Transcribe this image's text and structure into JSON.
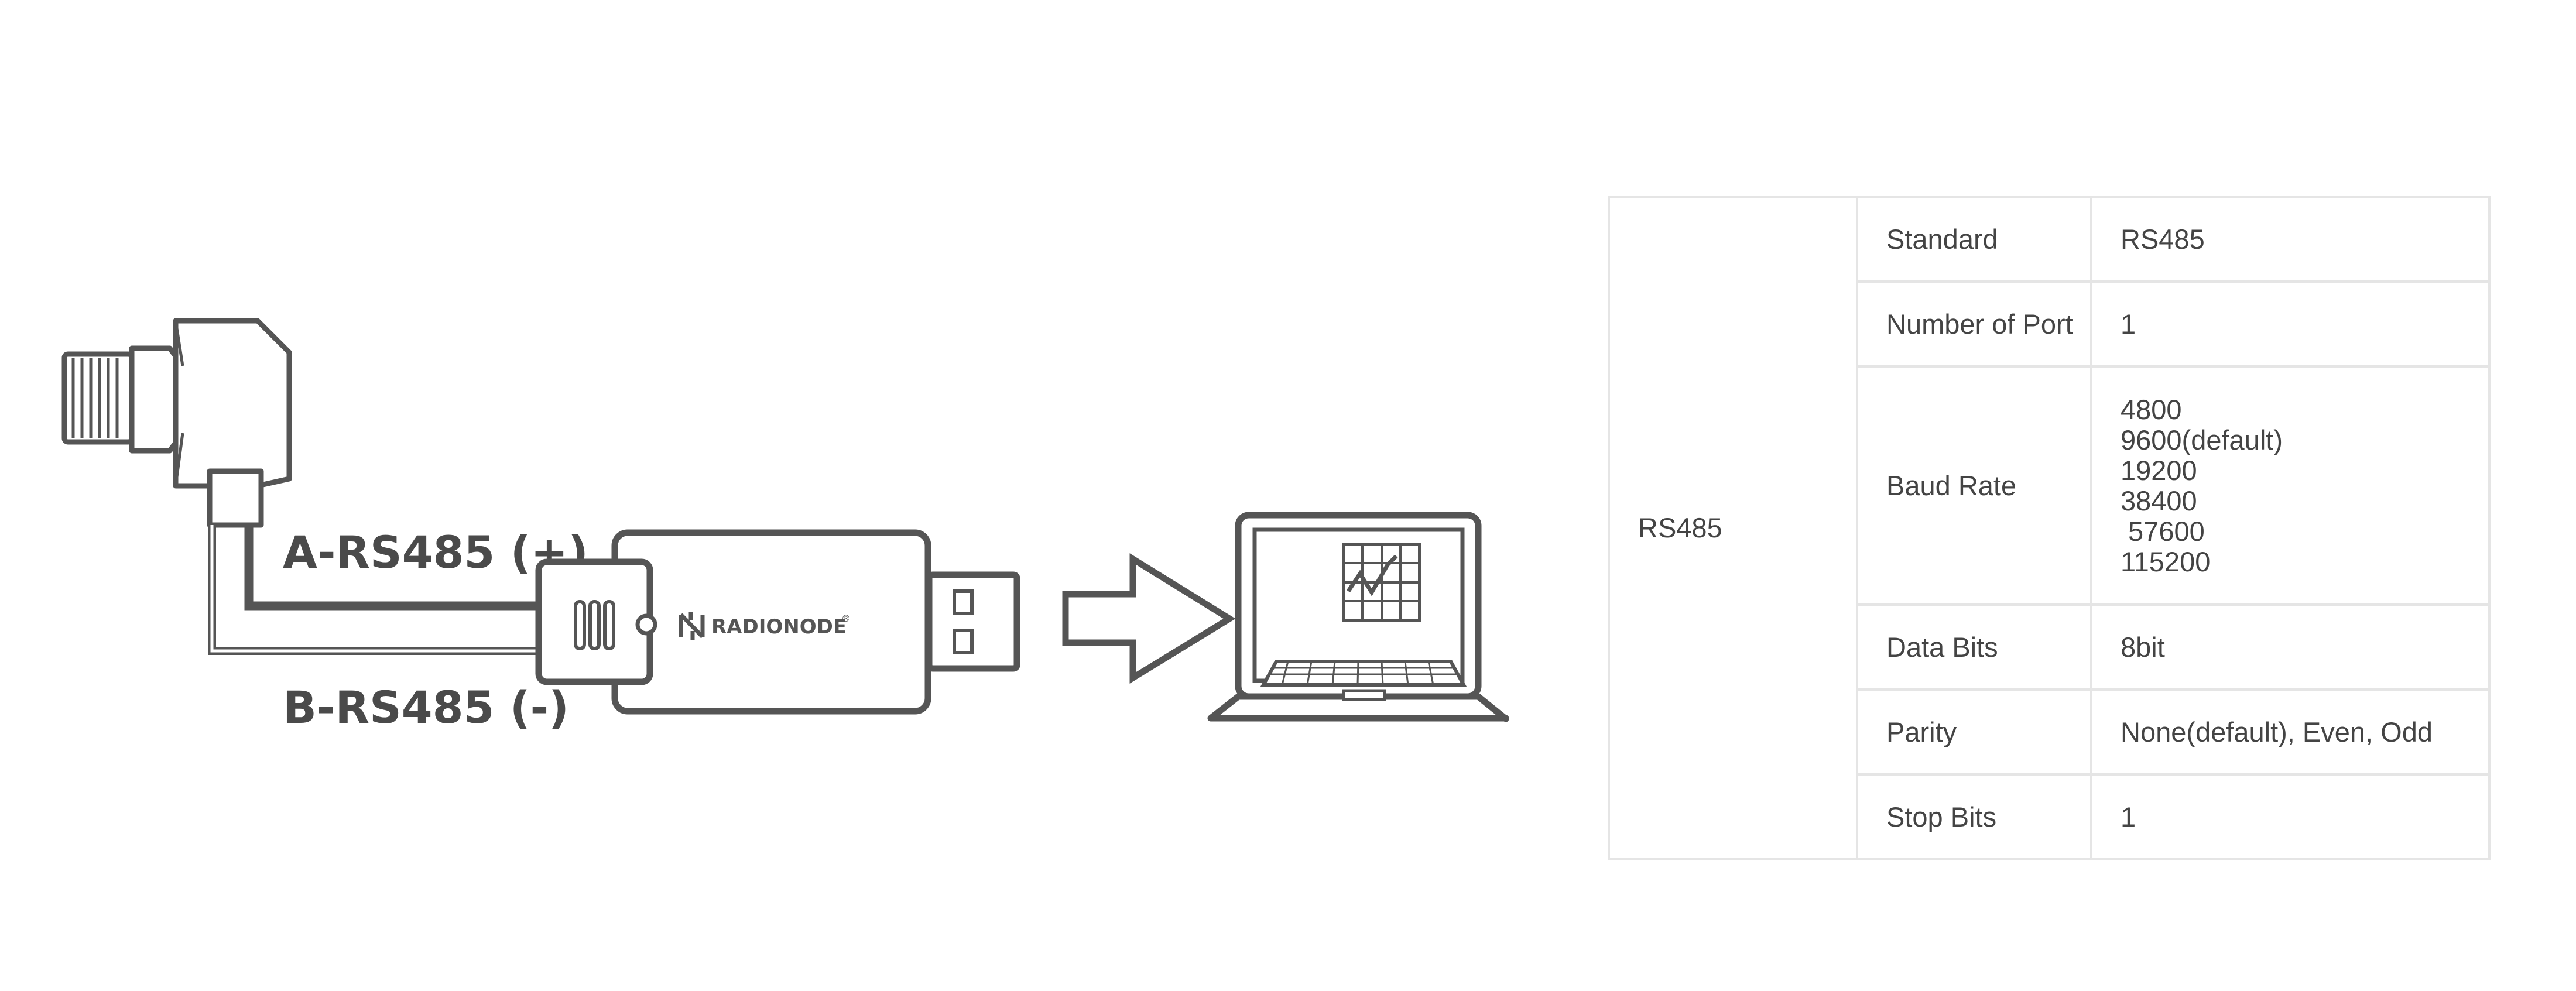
{
  "diagram": {
    "wire_a_label": "A-RS485 (+)",
    "wire_b_label": "B-RS485 (-)",
    "usb_brand": "RADIONODE",
    "usb_brand_mark": "®",
    "colors": {
      "line": "#555555",
      "label": "#4a4a4a"
    },
    "icons": [
      "sensor-connector-icon",
      "usb-converter-icon",
      "arrow-right-icon",
      "laptop-icon"
    ]
  },
  "spec": {
    "group": "RS485",
    "rows": [
      {
        "label": "Standard",
        "value": "RS485"
      },
      {
        "label": "Number of Port",
        "value": "1"
      },
      {
        "label": "Baud Rate",
        "values": [
          "4800",
          "9600(default)",
          "19200",
          "38400",
          " 57600",
          "115200"
        ]
      },
      {
        "label": "Data Bits",
        "value": "8bit"
      },
      {
        "label": "Parity",
        "value": "None(default), Even, Odd"
      },
      {
        "label": "Stop Bits",
        "value": "1"
      }
    ],
    "colors": {
      "border": "#e5e5e5",
      "text": "#444444"
    }
  }
}
